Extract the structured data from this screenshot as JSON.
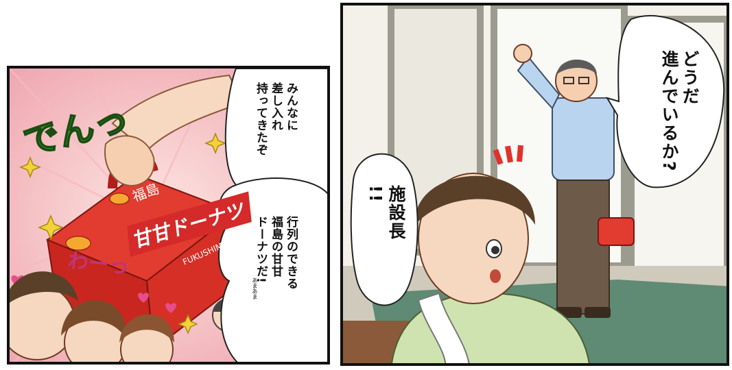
{
  "left_panel": {
    "sfx_main": "でんっ",
    "sfx_crowd": "わーっ",
    "box_logo": "甘甘ドーナツ",
    "box_brand": "福島",
    "box_small": "FUKUSHIMA",
    "bubble_top_text": "みんなに\n差し入れ\n持ってきたぞ",
    "bubble_bottom_text": "行列のできる\n福島の甘甘\nドーナツだ!",
    "ruby": "あまあま"
  },
  "right_panel": {
    "bubble_boss_text": "どうだ\n進んでいるか?",
    "bubble_worker_text": "施設長\n!!",
    "colors": {
      "wall": "#f4f1ea",
      "door_frame": "#9c9b8f",
      "floor": "#5f8a74",
      "shirt": "#b9d4ef"
    }
  }
}
